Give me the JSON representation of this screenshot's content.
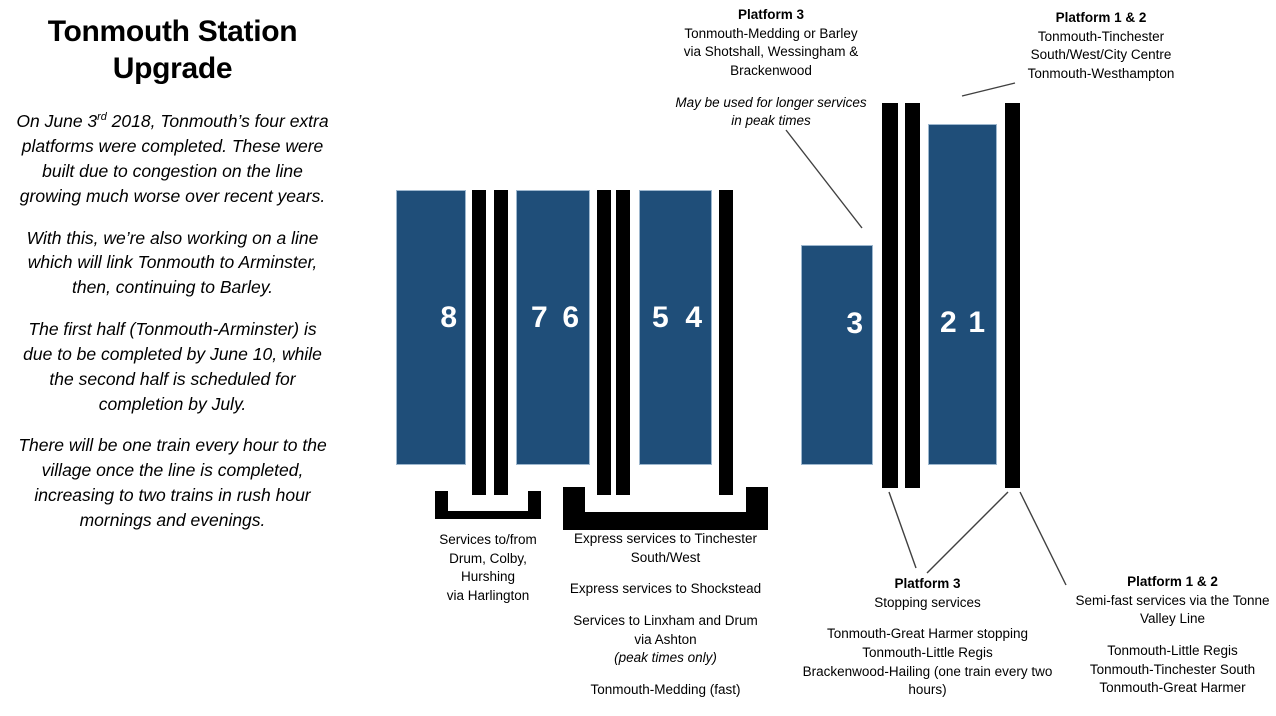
{
  "title": "Tonmouth Station Upgrade",
  "intro": {
    "p1_a": "On June 3",
    "p1_sup": "rd",
    "p1_b": " 2018, Tonmouth’s four extra platforms were completed. These were built due to congestion on the line growing much worse over recent years.",
    "p2": "With this, we’re also working on a line which will link Tonmouth to Arminster, then, continuing to Barley.",
    "p3": "The first half (Tonmouth-Arminster) is due to be completed by June 10, while the second half is scheduled for completion by July.",
    "p4": "There will be one train every hour to the village once the line is completed, increasing to two trains in rush hour mornings and evenings."
  },
  "colors": {
    "platform_blue": "#1F4E79",
    "track_black": "#000000",
    "platform_border": "#9DB7CE",
    "leader_line": "#404040",
    "page_background": "#FFFFFF"
  },
  "diagram": {
    "platform_numbers": [
      "8",
      "7",
      "6",
      "5",
      "4",
      "3",
      "2",
      "1"
    ],
    "notes": {
      "top_centre": {
        "heading": "Platform 3",
        "line1": "Tonmouth-Medding or Barley",
        "line2": "via Shotshall, Wessingham &",
        "line3": "Brackenwood",
        "italic1": "May be used for longer services",
        "italic2": "in peak times"
      },
      "top_right": {
        "heading": "Platform 1 & 2",
        "line1": "Tonmouth-Tinchester",
        "line2": "South/West/City Centre",
        "line3": "Tonmouth-Westhampton"
      },
      "bottom_left": {
        "line1": "Services to/from",
        "line2": "Drum, Colby,",
        "line3": "Hurshing",
        "line4": "via Harlington"
      },
      "bottom_centre": {
        "line1": "Express services to Tinchester",
        "line2": "South/West",
        "line3": "Express services to Shockstead",
        "line4": "Services to Linxham and Drum",
        "line5": "via Ashton",
        "line6": "(peak times only)",
        "line7": "Tonmouth-Medding (fast)"
      },
      "bottom_mid_right": {
        "heading": "Platform 3",
        "line1": "Stopping services",
        "line2": "Tonmouth-Great Harmer stopping",
        "line3": "Tonmouth-Little Regis",
        "line4": "Brackenwood-Hailing (one train every two",
        "line5": "hours)"
      },
      "bottom_right": {
        "heading": "Platform 1 & 2",
        "line1": "Semi-fast services via the Tonne",
        "line2": "Valley Line",
        "line3": "Tonmouth-Little Regis",
        "line4": "Tonmouth-Tinchester South",
        "line5": "Tonmouth-Great Harmer"
      }
    }
  }
}
